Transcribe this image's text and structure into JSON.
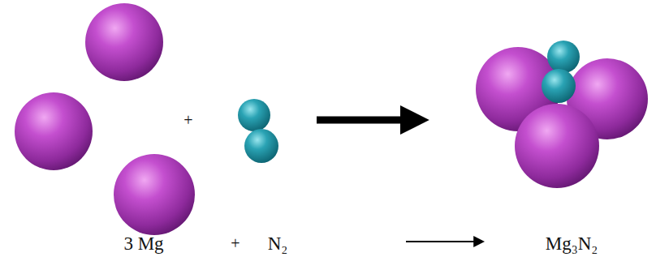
{
  "diagram": {
    "labels": [
      "+",
      "3 Mg",
      "+",
      "N₂",
      "Mg₃N₂"
    ]
  }
}
